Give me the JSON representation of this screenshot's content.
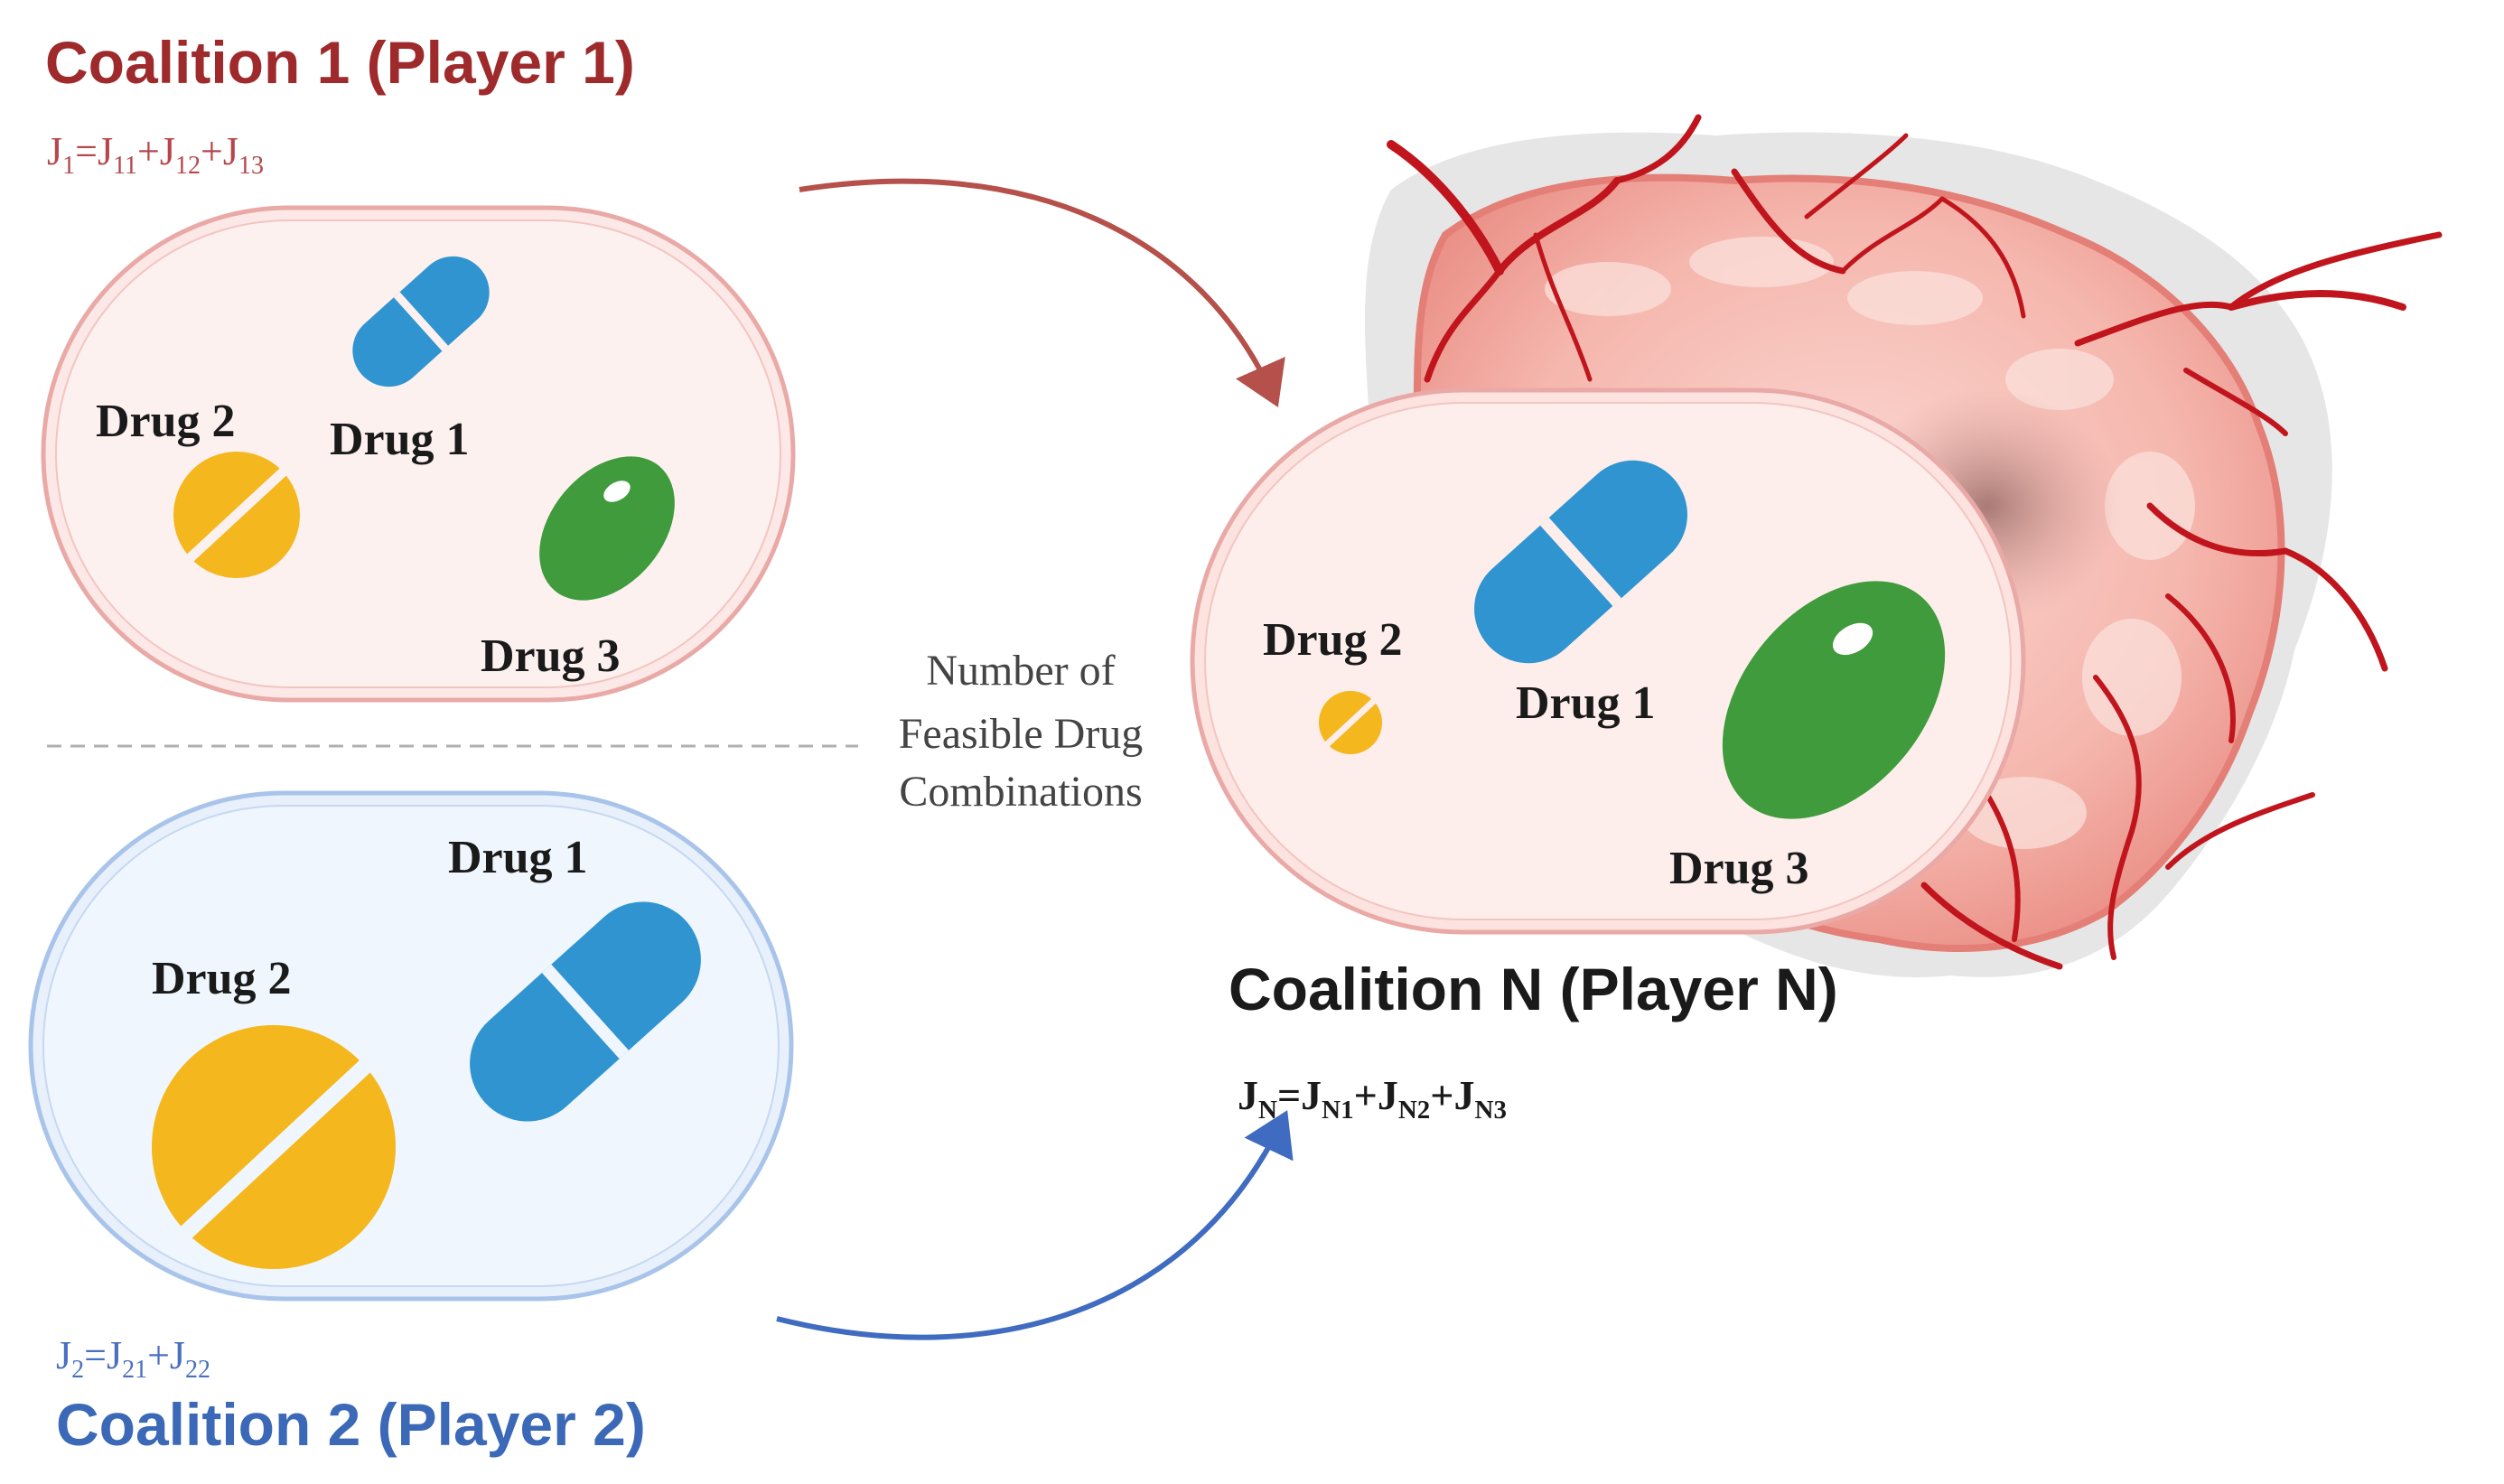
{
  "coalition1": {
    "title": "Coalition 1 (Player 1)",
    "equation": {
      "lhs": "J",
      "lhs_sub": "1",
      "terms": [
        {
          "base": "J",
          "sub": "11"
        },
        {
          "base": "J",
          "sub": "12"
        },
        {
          "base": "J",
          "sub": "13"
        }
      ]
    },
    "drugs": [
      "Drug 1",
      "Drug 2",
      "Drug 3"
    ]
  },
  "coalition2": {
    "title": "Coalition 2 (Player 2)",
    "equation": {
      "lhs": "J",
      "lhs_sub": "2",
      "terms": [
        {
          "base": "J",
          "sub": "21"
        },
        {
          "base": "J",
          "sub": "22"
        }
      ]
    },
    "drugs": [
      "Drug 1",
      "Drug 2"
    ]
  },
  "coalitionN": {
    "title": "Coalition N (Player N)",
    "equation": {
      "lhs": "J",
      "lhs_sub": "N",
      "terms": [
        {
          "base": "J",
          "sub": "N1"
        },
        {
          "base": "J",
          "sub": "N2"
        },
        {
          "base": "J",
          "sub": "N3"
        }
      ]
    },
    "drugs": [
      "Drug 1",
      "Drug 2",
      "Drug 3"
    ]
  },
  "middle_label": [
    "Number of",
    "Feasible Drug",
    "Combinations"
  ],
  "colors": {
    "coalition1": "#9e2a2b",
    "coalition2": "#3b69b7",
    "capsule_blue": "#2f94d0",
    "tablet_yellow": "#f4b71d",
    "pill_green": "#3f9b3c",
    "tumor_pink": "#f2a7a0",
    "vessel_red": "#c0151c"
  }
}
